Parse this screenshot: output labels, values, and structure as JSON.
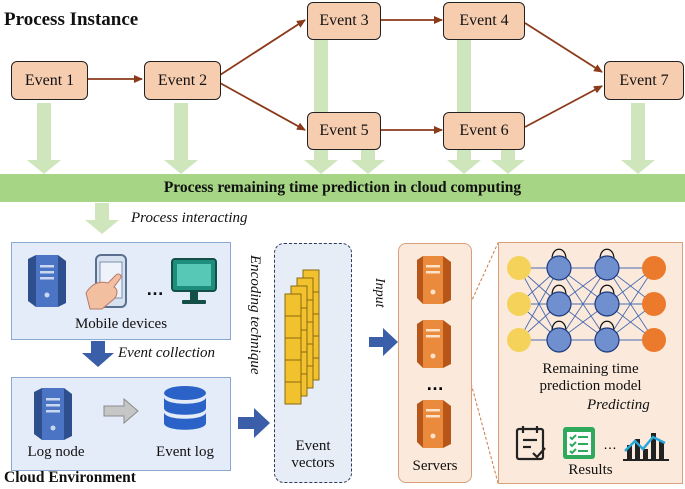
{
  "title": "Process Instance",
  "events": {
    "e1": "Event 1",
    "e2": "Event 2",
    "e3": "Event 3",
    "e4": "Event 4",
    "e5": "Event 5",
    "e6": "Event 6",
    "e7": "Event 7"
  },
  "banner": "Process remaining time prediction in cloud computing",
  "process_interacting": "Process interacting",
  "mobile_devices": "Mobile devices",
  "ellipsis": "...",
  "event_collection": "Event collection",
  "log_node": "Log node",
  "event_log": "Event log",
  "cloud_environment": "Cloud Environment",
  "encoding_technique": "Encoding technique",
  "event_vectors_l1": "Event",
  "event_vectors_l2": "vectors",
  "input": "Input",
  "servers": "Servers",
  "model_l1": "Remaining time",
  "model_l2": "prediction model",
  "predicting": "Predicting",
  "results": "Results",
  "colors": {
    "event_fill": "#f7cdb0",
    "banner": "#a6d585",
    "arrow_green": "#cfe6bd",
    "arrow_blue": "#3a5fa8",
    "process_arrow": "#8b3a1a",
    "server": "#e07a2c",
    "node_yellow": "#f5d35a",
    "node_blue": "#6f8fcf",
    "node_orange": "#ec7a2c",
    "vector_cell": "#f2c12e"
  },
  "icons": [
    "server-icon",
    "phone-touch-icon",
    "monitor-icon",
    "database-icon",
    "right-arrow-icon",
    "checklist-icon",
    "clipboard-check-icon",
    "chart-icon",
    "neural-network-icon"
  ]
}
